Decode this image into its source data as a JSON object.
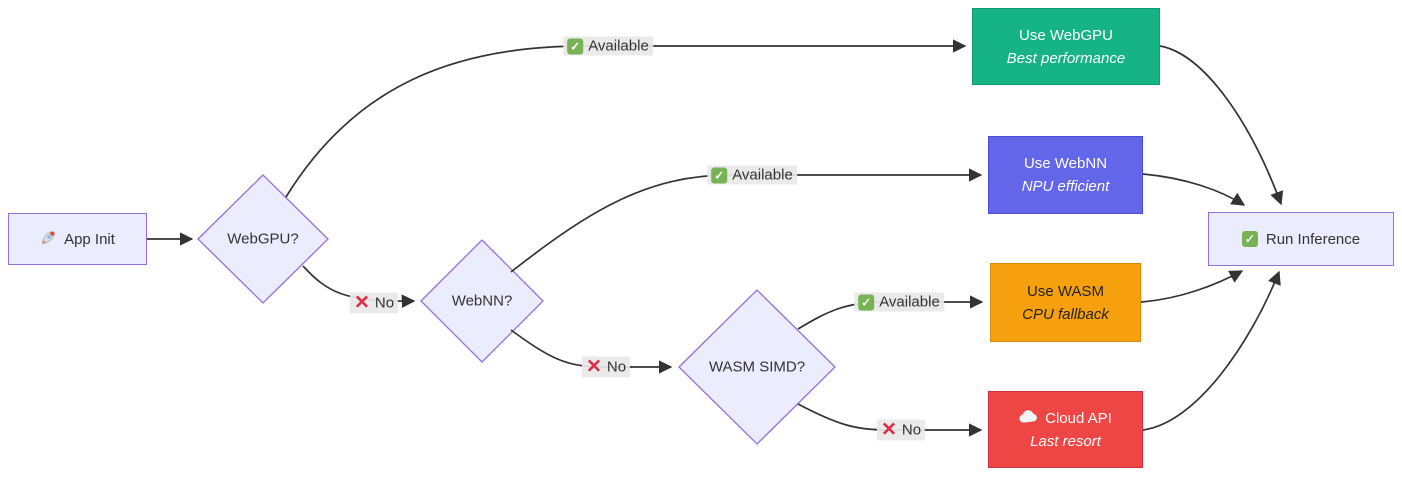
{
  "diagram": {
    "nodes": {
      "app_init": {
        "label": "App Init",
        "icon": "rocket"
      },
      "webgpu_question": {
        "label": "WebGPU?"
      },
      "webnn_question": {
        "label": "WebNN?"
      },
      "wasm_simd_question": {
        "label": "WASM SIMD?"
      },
      "use_webgpu": {
        "title": "Use WebGPU",
        "subtitle": "Best performance",
        "fill": "#16b484"
      },
      "use_webnn": {
        "title": "Use WebNN",
        "subtitle": "NPU efficient",
        "fill": "#6366e8"
      },
      "use_wasm": {
        "title": "Use WASM",
        "subtitle": "CPU fallback",
        "fill": "#f6a00d"
      },
      "cloud_api": {
        "title": "Cloud API",
        "subtitle": "Last resort",
        "icon": "cloud",
        "fill": "#ee4545"
      },
      "run_inference": {
        "label": "Run Inference",
        "icon": "check"
      }
    },
    "edge_labels": {
      "webgpu_yes": "Available",
      "webgpu_no": "No",
      "webnn_yes": "Available",
      "webnn_no": "No",
      "wasm_yes": "Available",
      "wasm_no": "No"
    },
    "icons": {
      "check_glyph": "✓",
      "cross_glyph": "✕"
    },
    "colors": {
      "decision_fill": "#ececff",
      "decision_border": "#9370db",
      "edge_stroke": "#333333",
      "edge_label_bg": "#e8e8e8",
      "check_green": "#77b255",
      "cross_red": "#dd2e44",
      "webgpu_green": "#16b484",
      "webnn_indigo": "#6366e8",
      "wasm_orange": "#f6a00d",
      "cloud_red": "#ee4545"
    }
  }
}
